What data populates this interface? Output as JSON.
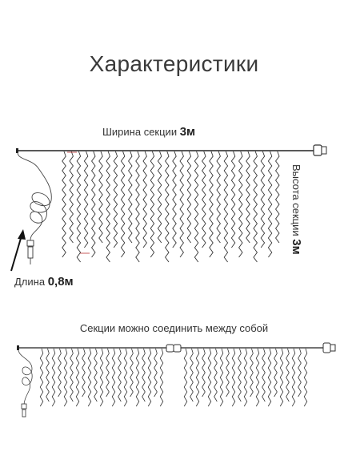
{
  "heading": "Характеристики",
  "section_width": {
    "label": "Ширина секции",
    "value": "3м"
  },
  "section_height": {
    "label": "Высота секции",
    "value": "3м"
  },
  "cable_length": {
    "label": "Длина",
    "value": "0,8м"
  },
  "join_note": "Секции можно соединить между собой",
  "icons": [
    "curtain-light-section-icon",
    "power-plug-icon",
    "coiled-cable-icon",
    "arrow-icon",
    "connector-icon"
  ]
}
